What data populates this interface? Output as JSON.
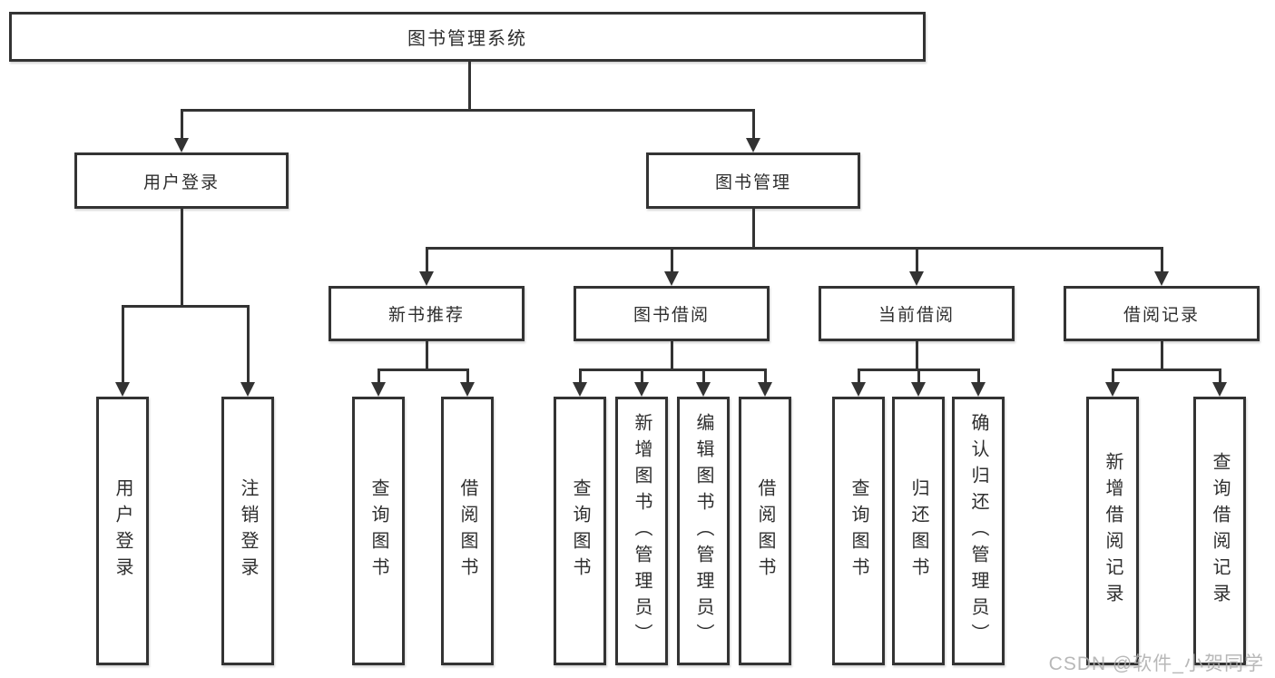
{
  "colors": {
    "line": "#333333",
    "box_background": "#ffffff",
    "watermark": "#acacac"
  },
  "tree": {
    "label": "图书管理系统",
    "children": [
      {
        "label": "用户登录",
        "children": [
          {
            "label": "用户登录"
          },
          {
            "label": "注销登录"
          }
        ]
      },
      {
        "label": "图书管理",
        "children": [
          {
            "label": "新书推荐",
            "children": [
              {
                "label": "查询图书"
              },
              {
                "label": "借阅图书"
              }
            ]
          },
          {
            "label": "图书借阅",
            "children": [
              {
                "label": "查询图书"
              },
              {
                "label": "新增图书（管理员）"
              },
              {
                "label": "编辑图书（管理员）"
              },
              {
                "label": "借阅图书"
              }
            ]
          },
          {
            "label": "当前借阅",
            "children": [
              {
                "label": "查询图书"
              },
              {
                "label": "归还图书"
              },
              {
                "label": "确认归还（管理员）"
              }
            ]
          },
          {
            "label": "借阅记录",
            "children": [
              {
                "label": "新增借阅记录"
              },
              {
                "label": "查询借阅记录"
              }
            ]
          }
        ]
      }
    ]
  },
  "watermark": {
    "text": "CSDN @软件_小贺同学"
  }
}
